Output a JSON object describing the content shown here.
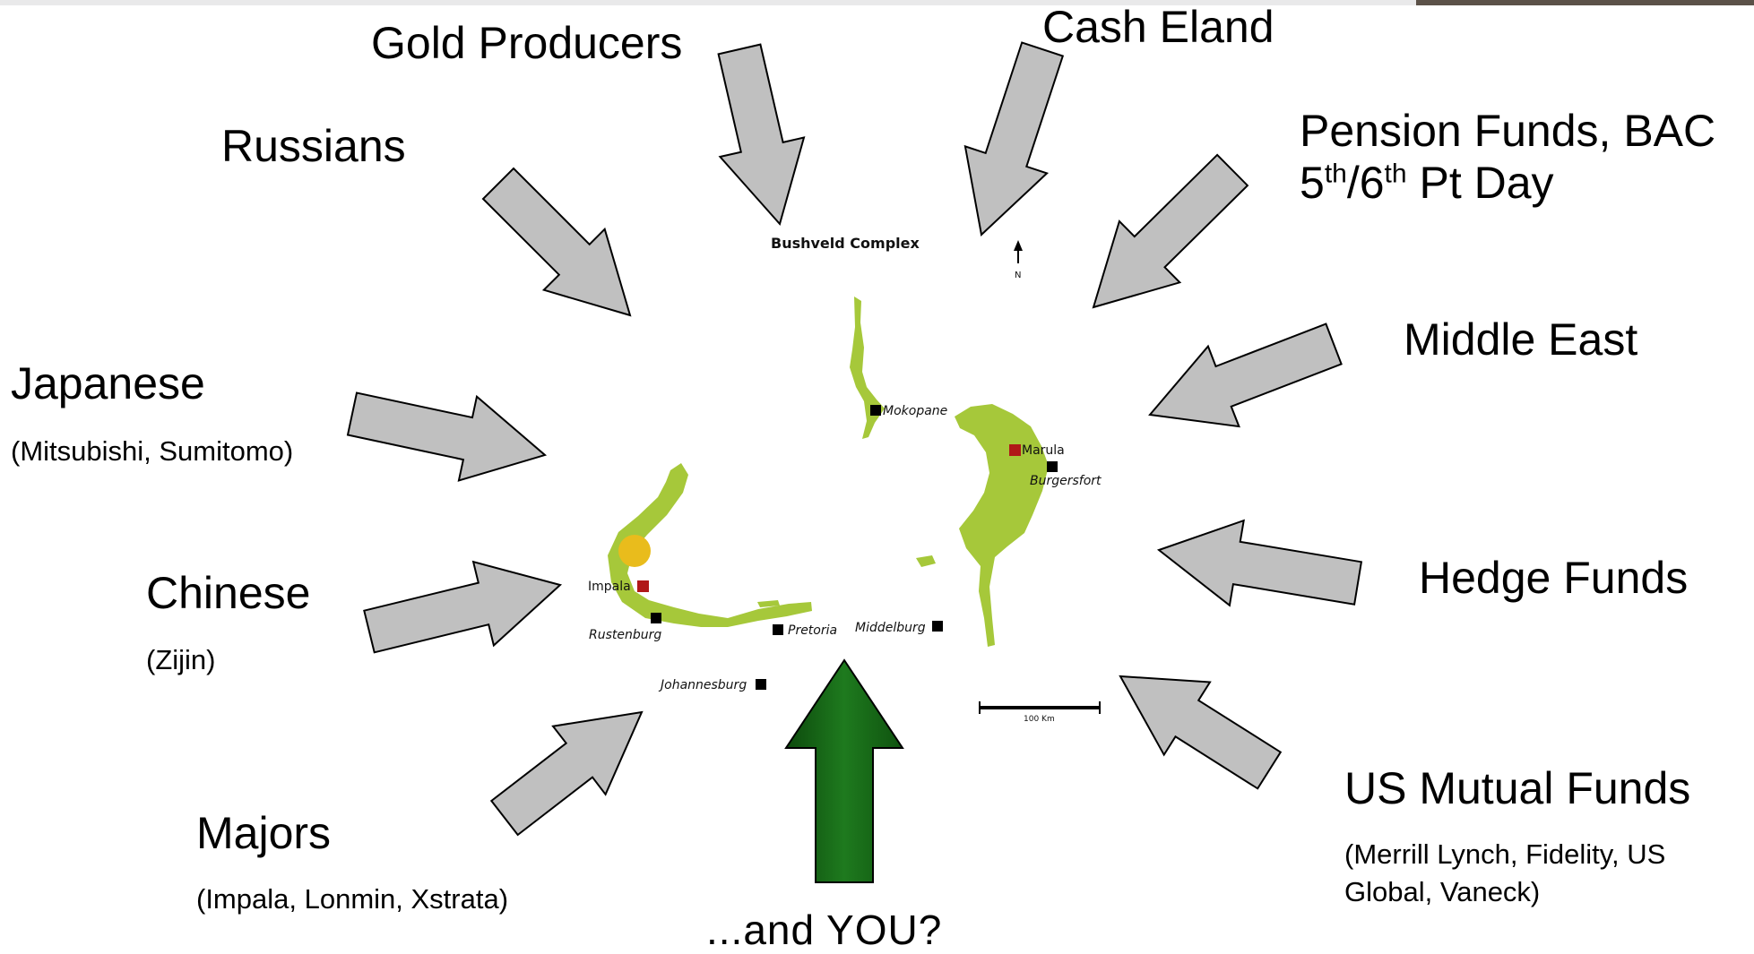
{
  "labels": {
    "gold_producers": "Gold Producers",
    "cash_eland": "Cash Eland",
    "russians": "Russians",
    "pension_line1": "Pension Funds, BAC",
    "pension_5": "5",
    "pension_th1": "th",
    "pension_mid": "/6",
    "pension_th2": "th",
    "pension_tail": " Pt Day",
    "japanese": "Japanese",
    "japanese_sub": "(Mitsubishi, Sumitomo)",
    "middle_east": "Middle East",
    "chinese": "Chinese",
    "chinese_sub": "(Zijin)",
    "hedge_funds": "Hedge Funds",
    "majors": "Majors",
    "majors_sub": "(Impala, Lonmin, Xstrata)",
    "us_mutual_funds": "US Mutual Funds",
    "us_mutual_sub1": "(Merrill Lynch, Fidelity, US",
    "us_mutual_sub2": "Global, Vaneck)",
    "and_you": "...and YOU?"
  },
  "map": {
    "title": "Bushveld Complex",
    "north": "N",
    "scale": "100 Km",
    "places": [
      "Mokopane",
      "Marula",
      "Burgersfort",
      "Impala",
      "Rustenburg",
      "Pretoria",
      "Middelburg",
      "Johannesburg"
    ]
  },
  "colors": {
    "arrow_gray": "#c0c0c0",
    "arrow_green": "#1c6e1c",
    "complex_green": "#a6c83a",
    "mine_red": "#b01818",
    "deposit_yellow": "#e9bc1c"
  }
}
